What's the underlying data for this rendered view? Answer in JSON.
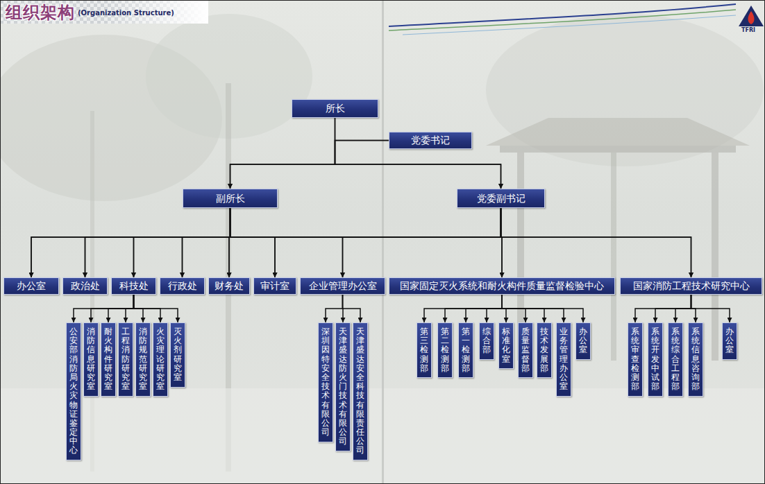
{
  "diagram": {
    "title": "组织架构",
    "nodes": [
      {
        "text": [
          "所长"
        ]
      },
      {
        "text": [
          "党委书记"
        ]
      },
      {
        "text": [
          "副所长"
        ]
      },
      {
        "text": [
          "党委副书记"
        ]
      },
      {
        "text": [
          "办公室"
        ]
      },
      {
        "text": [
          "政治处"
        ]
      },
      {
        "text": [
          "科技处"
        ]
      },
      {
        "text": [
          "行政处"
        ]
      },
      {
        "text": [
          "财务处"
        ]
      },
      {
        "text": [
          "审计室"
        ]
      },
      {
        "text": [
          "企业管理办公室"
        ]
      },
      {
        "text": [
          "国家固定灭火系统和耐火构件质量监督检验中心"
        ]
      },
      {
        "text": [
          "国家消防工程技术研究中心"
        ]
      },
      {
        "text": [
          "公安部消防局火灾物证鉴定中心"
        ]
      },
      {
        "text": [
          "消防信息研究室"
        ]
      },
      {
        "text": [
          "耐火构件研究室"
        ]
      },
      {
        "text": [
          "工程消防研究室"
        ]
      },
      {
        "text": [
          "消防规范研究室"
        ]
      },
      {
        "text": [
          "火灾理论研究室"
        ]
      },
      {
        "text": [
          "灭火剂研究室"
        ]
      },
      {
        "text": [
          "深圳因特安全技术有限公司"
        ]
      },
      {
        "text": [
          "天津盛达防火门技术有限公司"
        ]
      },
      {
        "text": [
          "天津盛达安全科技有限责任公司"
        ]
      },
      {
        "text": [
          "第三检测部"
        ]
      },
      {
        "text": [
          "第二检测部"
        ]
      },
      {
        "text": [
          "第一检测部"
        ]
      },
      {
        "text": [
          "综合部"
        ]
      },
      {
        "text": [
          "标准化室"
        ]
      },
      {
        "text": [
          "质量监督部"
        ]
      },
      {
        "text": [
          "技术发展部"
        ]
      },
      {
        "text": [
          "业务管理办公室"
        ]
      },
      {
        "text": [
          "办公室"
        ]
      },
      {
        "text": [
          "系统审查检测部"
        ]
      },
      {
        "text": [
          "系统开发中试部"
        ]
      },
      {
        "text": [
          "系统综合工程部"
        ]
      },
      {
        "text": [
          "系统信息咨询部"
        ]
      },
      {
        "text": [
          "办公室"
        ]
      }
    ],
    "edges": [
      {
        "from": 0,
        "to": 2,
        "arrow": "to"
      },
      {
        "from": 0,
        "to": 3,
        "arrow": "to"
      },
      {
        "from": 1,
        "to": 2,
        "arrow": "to"
      },
      {
        "from": 1,
        "to": 3,
        "arrow": "to"
      },
      {
        "from": 2,
        "to": 4,
        "arrow": "to"
      },
      {
        "from": 2,
        "to": 5,
        "arrow": "to"
      },
      {
        "from": 2,
        "to": 6,
        "arrow": "to"
      },
      {
        "from": 2,
        "to": 7,
        "arrow": "to"
      },
      {
        "from": 2,
        "to": 8,
        "arrow": "to"
      },
      {
        "from": 2,
        "to": 9,
        "arrow": "to"
      },
      {
        "from": 2,
        "to": 10,
        "arrow": "to"
      },
      {
        "from": 2,
        "to": 11,
        "arrow": "to"
      },
      {
        "from": 2,
        "to": 12,
        "arrow": "to"
      },
      {
        "from": 3,
        "to": 4,
        "arrow": "to"
      },
      {
        "from": 3,
        "to": 5,
        "arrow": "to"
      },
      {
        "from": 3,
        "to": 6,
        "arrow": "to"
      },
      {
        "from": 3,
        "to": 7,
        "arrow": "to"
      },
      {
        "from": 3,
        "to": 8,
        "arrow": "to"
      },
      {
        "from": 3,
        "to": 9,
        "arrow": "to"
      },
      {
        "from": 3,
        "to": 10,
        "arrow": "to"
      },
      {
        "from": 3,
        "to": 11,
        "arrow": "to"
      },
      {
        "from": 3,
        "to": 12,
        "arrow": "to"
      },
      {
        "from": 6,
        "to": 13,
        "arrow": "to"
      },
      {
        "from": 6,
        "to": 14,
        "arrow": "to"
      },
      {
        "from": 6,
        "to": 15,
        "arrow": "to"
      },
      {
        "from": 6,
        "to": 16,
        "arrow": "to"
      },
      {
        "from": 6,
        "to": 17,
        "arrow": "to"
      },
      {
        "from": 6,
        "to": 18,
        "arrow": "to"
      },
      {
        "from": 6,
        "to": 19,
        "arrow": "to"
      },
      {
        "from": 10,
        "to": 20,
        "arrow": "to"
      },
      {
        "from": 10,
        "to": 21,
        "arrow": "to"
      },
      {
        "from": 10,
        "to": 22,
        "arrow": "to"
      },
      {
        "from": 11,
        "to": 23,
        "arrow": "to"
      },
      {
        "from": 11,
        "to": 24,
        "arrow": "to"
      },
      {
        "from": 11,
        "to": 25,
        "arrow": "to"
      },
      {
        "from": 11,
        "to": 26,
        "arrow": "to"
      },
      {
        "from": 11,
        "to": 27,
        "arrow": "to"
      },
      {
        "from": 11,
        "to": 28,
        "arrow": "to"
      },
      {
        "from": 11,
        "to": 29,
        "arrow": "to"
      },
      {
        "from": 11,
        "to": 30,
        "arrow": "to"
      },
      {
        "from": 11,
        "to": 31,
        "arrow": "to"
      },
      {
        "from": 12,
        "to": 32,
        "arrow": "to"
      },
      {
        "from": 12,
        "to": 33,
        "arrow": "to"
      },
      {
        "from": 12,
        "to": 34,
        "arrow": "to"
      },
      {
        "from": 12,
        "to": 35,
        "arrow": "to"
      },
      {
        "from": 12,
        "to": 36,
        "arrow": "to"
      }
    ],
    "labels": [
      "(Organization Structure)",
      "TFRI"
    ]
  }
}
